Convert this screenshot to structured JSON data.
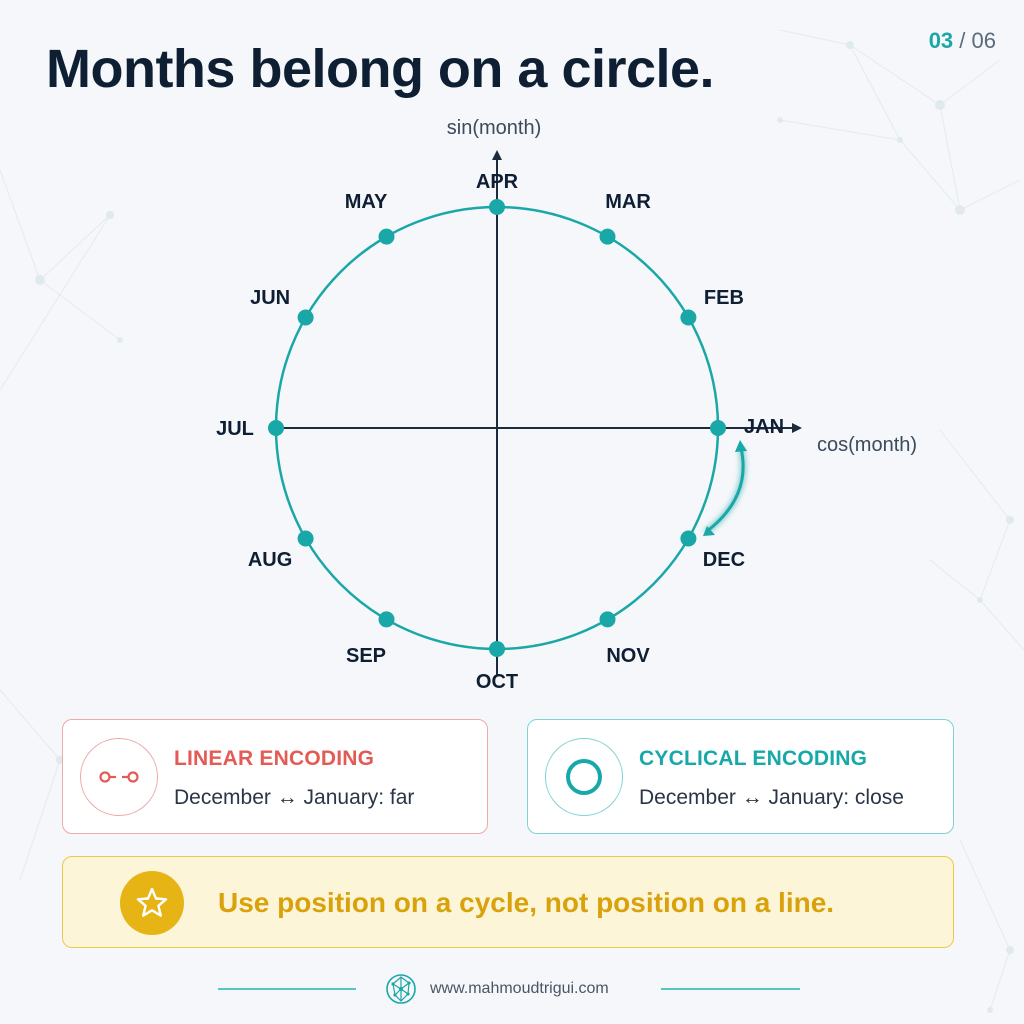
{
  "slide": {
    "title": "Months belong on a circle.",
    "page_current": "03",
    "page_total": "/ 06"
  },
  "diagram": {
    "y_axis_label": "sin(month)",
    "x_axis_label": "cos(month)",
    "months": [
      "JAN",
      "FEB",
      "MAR",
      "APR",
      "MAY",
      "JUN",
      "JUL",
      "AUG",
      "SEP",
      "OCT",
      "NOV",
      "DEC"
    ],
    "highlight_arc": {
      "from": "DEC",
      "to": "JAN"
    }
  },
  "cards": {
    "linear": {
      "title": "LINEAR ENCODING",
      "text": "December ↔ January: far",
      "icon": "linear-link-icon",
      "color": "#e45b55"
    },
    "cyclical": {
      "title": "CYCLICAL ENCODING",
      "text": "December ↔ January: close",
      "icon": "ring-icon",
      "color": "#17a9a9"
    }
  },
  "banner": {
    "text": "Use position on a cycle, not position on a line.",
    "icon": "star-icon",
    "color": "#e7b416"
  },
  "footer": {
    "url": "www.mahmoudtrigui.com",
    "icon": "network-logo-icon"
  },
  "colors": {
    "accent": "#1aa7a7",
    "axis": "#1b2a3d",
    "text": "#0f1f33"
  }
}
